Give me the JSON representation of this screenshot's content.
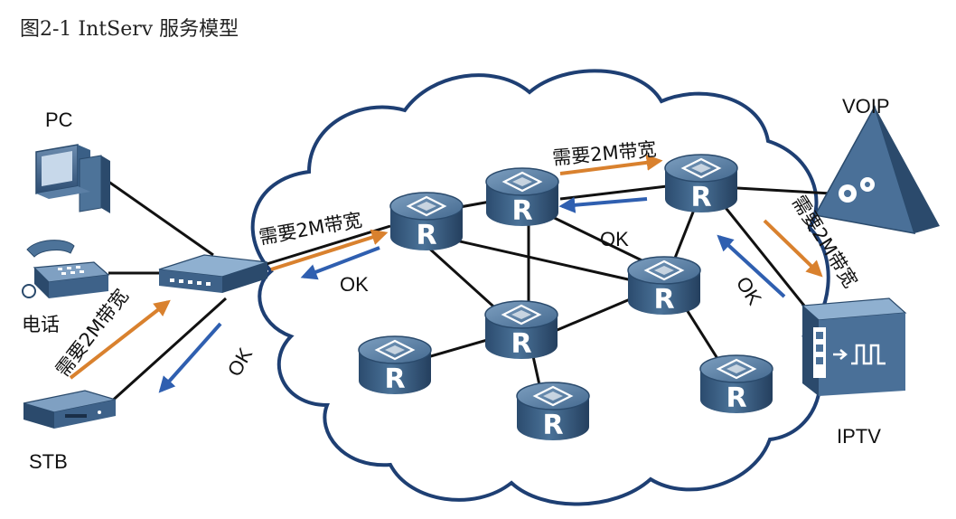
{
  "title": "图2-1  IntServ 服务模型",
  "labels": {
    "pc": "PC",
    "phone": "电话",
    "stb": "STB",
    "voip": "VOIP",
    "iptv": "IPTV"
  },
  "router_letter": "R",
  "messages": {
    "request": "需要2M带宽",
    "ok": "OK"
  },
  "colors": {
    "request_arrow": "#d9812e",
    "ok_arrow": "#2f5fb0",
    "router": "#3a5f86",
    "cloud_stroke": "#1e3f73"
  }
}
